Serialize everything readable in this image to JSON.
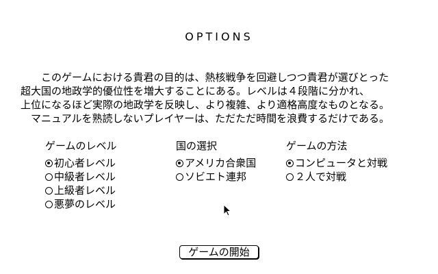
{
  "title": "OPTIONS",
  "description": [
    "　　このゲームにおける貴君の目的は、熱核戦争を回避しつつ貴君が選びとった",
    "超大国の地政学的優位性を増大することにある。レベルは４段階に分かれ、",
    "上位になるほど実際の地政学を反映し、より複雑、より適格高度なものとなる。",
    "　マニュアルを熟読しないプレイヤーは、ただただ時間を浪費するだけである。"
  ],
  "level": {
    "heading": "ゲームのレベル",
    "selected_index": 0,
    "options": [
      "初心者レベル",
      "中級者レベル",
      "上級者レベル",
      "悪夢のレベル"
    ]
  },
  "country": {
    "heading": "国の選択",
    "selected_index": 0,
    "options": [
      "アメリカ合衆国",
      "ソビエト連邦"
    ]
  },
  "mode": {
    "heading": "ゲームの方法",
    "selected_index": 0,
    "options": [
      "コンピュータと対戦",
      "２人で対戦"
    ]
  },
  "start_button": "ゲームの開始",
  "icons": {
    "radio_selected": "radio-filled-icon",
    "radio_unselected": "radio-empty-icon",
    "pointer": "arrow-cursor-icon"
  }
}
